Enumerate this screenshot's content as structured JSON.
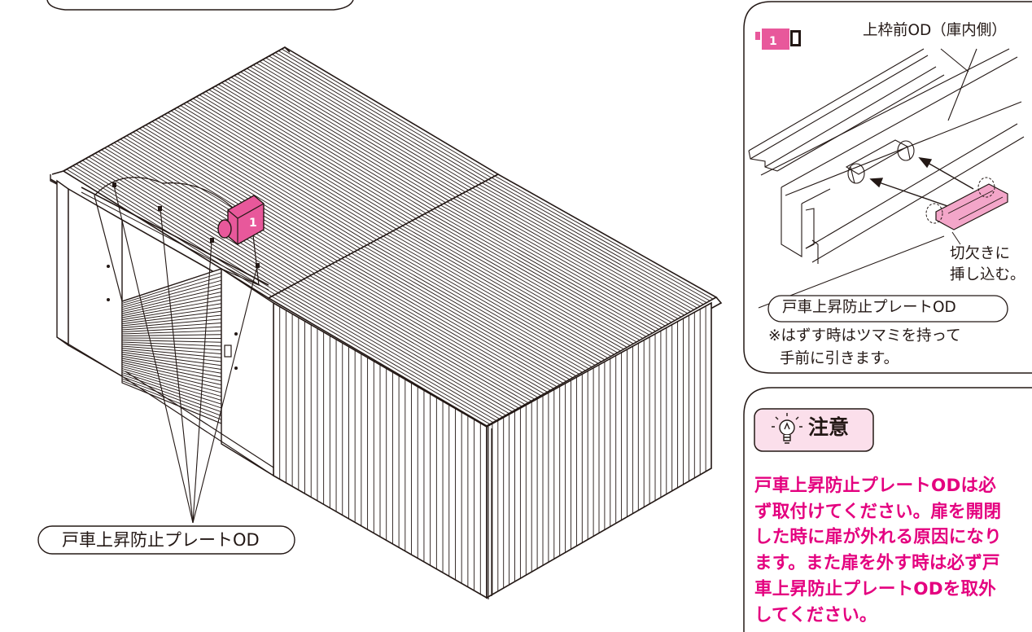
{
  "main_illustration": {
    "camera_badge_number": "1",
    "callout_label": "戸車上昇防止プレートOD"
  },
  "detail_panel": {
    "camera_badge_number": "1",
    "top_label": "上枠前OD（庫内側）",
    "insert_note": [
      "切欠きに",
      "挿し込む。"
    ],
    "part_label": "戸車上昇防止プレートOD",
    "remove_note": [
      "※はずす時はツマミを持って",
      "手前に引きます。"
    ]
  },
  "caution_panel": {
    "heading": "注意",
    "icon": "lightbulb-icon",
    "lines": [
      "戸車上昇防止プレートODは必",
      "ず取付けてください。扉を開閉",
      "した時に扉が外れる原因になり",
      "ます。また扉を外す時は必ず戸",
      "車上昇防止プレートODを取外",
      "してください。"
    ]
  },
  "colors": {
    "line": "#231815",
    "accent_magenta": "#e4007f",
    "badge_pink": "#e8589b",
    "caution_bg": "#fbdfeb"
  }
}
